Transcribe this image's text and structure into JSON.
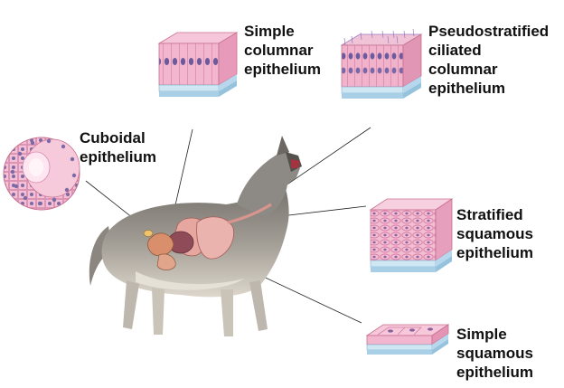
{
  "labels": {
    "simple_columnar": [
      "Simple",
      "columnar",
      "epithelium"
    ],
    "pseudostratified": [
      "Pseudostratified",
      "ciliated",
      "columnar",
      "epithelium"
    ],
    "cuboidal": [
      "Cuboidal",
      "epithelium"
    ],
    "stratified_squamous": [
      "Stratified",
      "squamous",
      "epithelium"
    ],
    "simple_squamous": [
      "Simple",
      "squamous",
      "epithelium"
    ]
  },
  "colors": {
    "cell_fill": "#f3b6cf",
    "cell_dark": "#e58fb2",
    "nucleus": "#6d5a9c",
    "basement": "#cfe6f3",
    "connective": "#a9cfe6",
    "wolf_gray": "#8d8a85",
    "wolf_light": "#d9d4cb",
    "organ": "#e6a7a0",
    "leader_line": "#222222"
  }
}
